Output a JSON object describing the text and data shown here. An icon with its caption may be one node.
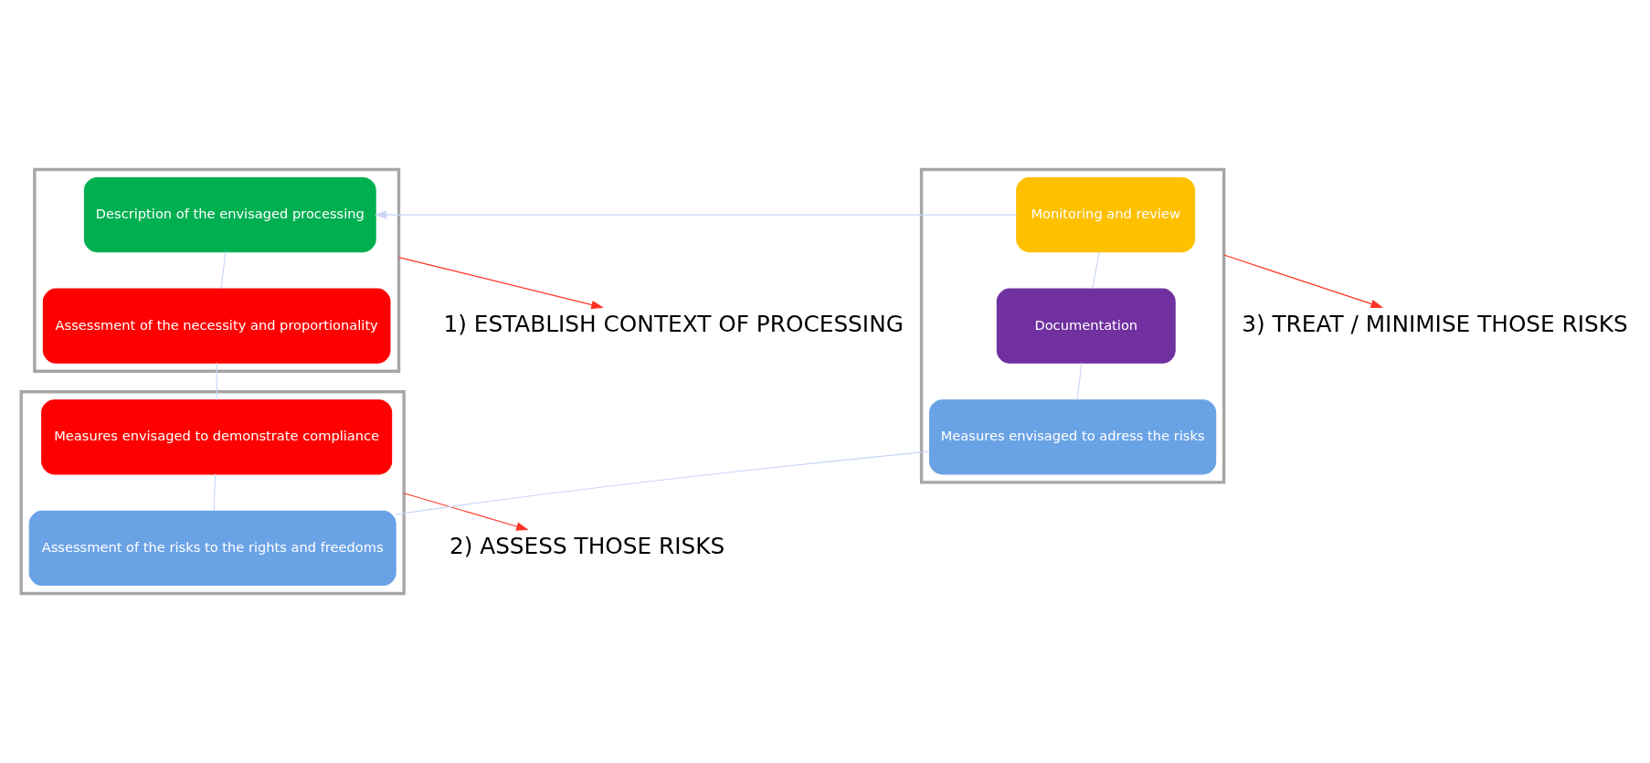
{
  "diagram": {
    "nodes": [
      {
        "text": [],
        "shape": "box"
      },
      {
        "text": [
          "Description of the envisaged processing"
        ],
        "in": 0
      },
      {
        "text": [
          "Assessment of the necessity and proportionality"
        ],
        "in": 0
      },
      {
        "text": [
          "1) ESTABLISH CONTEXT OF PROCESSING"
        ]
      },
      {
        "text": [],
        "shape": "box"
      },
      {
        "text": [
          "Monitoring and review"
        ],
        "in": 4
      },
      {
        "text": [
          "Documentation"
        ],
        "in": 4
      },
      {
        "text": [
          "Measures envisaged to adress the risks"
        ],
        "in": 4
      },
      {
        "text": [
          "3) TREAT / MINIMISE THOSE RISKS"
        ]
      },
      {
        "text": [],
        "shape": "box"
      },
      {
        "text": [
          "Measures envisaged to demonstrate compliance"
        ],
        "in": 9
      },
      {
        "text": [
          "Assessment of the risks to the rights and freedoms"
        ],
        "in": 9
      },
      {
        "text": [
          "2) ASSESS THOSE RISKS"
        ]
      }
    ],
    "edges": [
      {
        "from": 1,
        "to": 2,
        "arrow": "none"
      },
      {
        "from": 2,
        "to": 10,
        "arrow": "none"
      },
      {
        "from": 10,
        "to": 11,
        "arrow": "none"
      },
      {
        "from": 11,
        "to": 7,
        "arrow": "none"
      },
      {
        "from": 7,
        "to": 6,
        "arrow": "none"
      },
      {
        "from": 6,
        "to": 5,
        "arrow": "none"
      },
      {
        "from": 5,
        "to": 1,
        "arrow": "to"
      },
      {
        "from": 0,
        "to": 3,
        "arrow": "to",
        "color": "#ff3324"
      },
      {
        "from": 9,
        "to": 12,
        "arrow": "to",
        "color": "#ff3324"
      },
      {
        "from": 4,
        "to": 8,
        "arrow": "to",
        "color": "#ff3324"
      }
    ]
  }
}
